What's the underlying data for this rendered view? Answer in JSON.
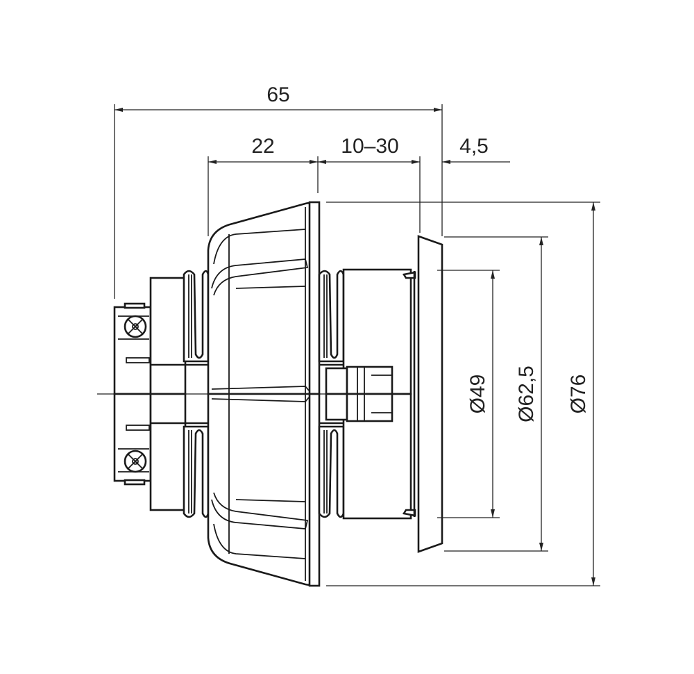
{
  "drawing": {
    "type": "technical side-view drawing",
    "line_color": "#1a1a1a",
    "background": "#ffffff"
  },
  "dimensions": {
    "overall_length": "65",
    "front_part": "22",
    "wall_range": "10–30",
    "plate_thickness": "4,5",
    "diameter_inner": "Ø49",
    "diameter_middle": "Ø62,5",
    "diameter_outer": "Ø76"
  }
}
